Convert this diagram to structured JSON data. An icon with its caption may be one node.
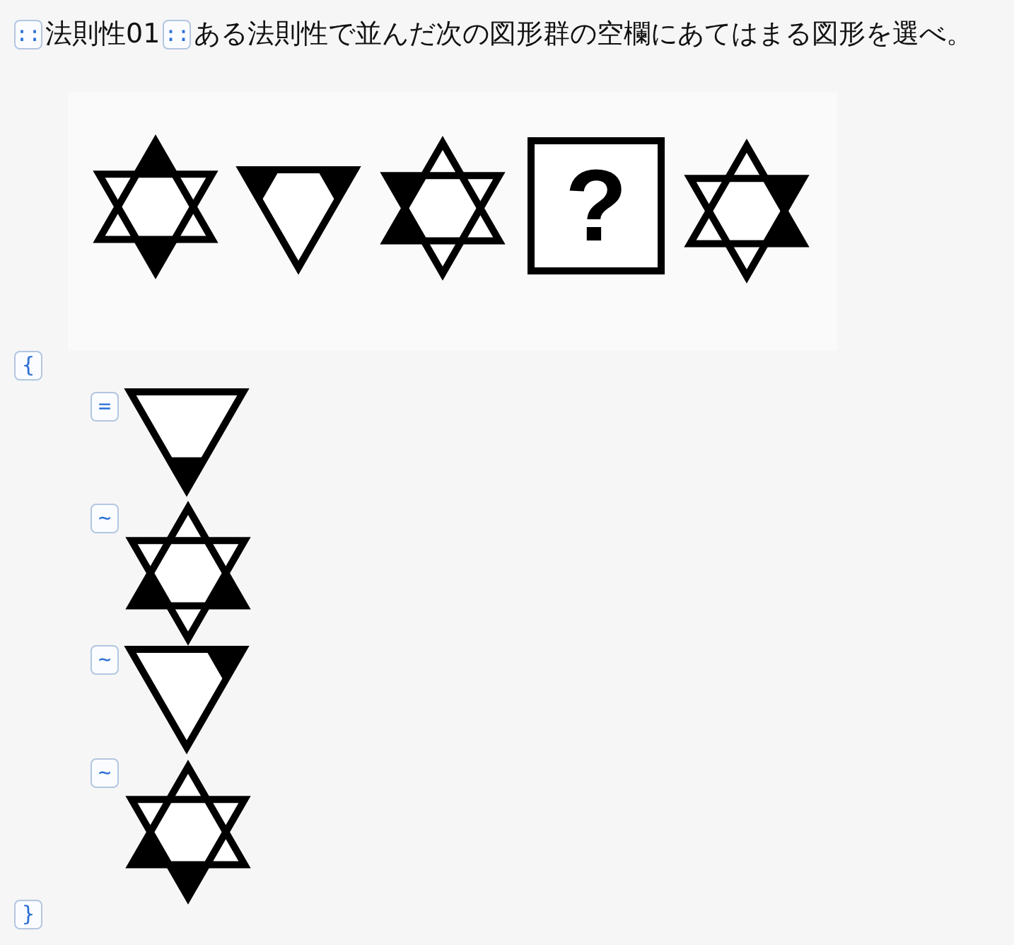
{
  "diagram": {
    "title": "法則性01",
    "nodes": [
      {
        "text": [],
        "shape": "star"
      },
      {
        "text": [],
        "shape": "triangle"
      },
      {
        "text": [],
        "shape": "star"
      },
      {
        "text": [
          "?"
        ]
      },
      {
        "text": [],
        "shape": "star"
      },
      {
        "text": [],
        "shape": "triangle"
      },
      {
        "text": [],
        "shape": "star"
      },
      {
        "text": [],
        "shape": "triangle"
      },
      {
        "text": [],
        "shape": "star"
      }
    ],
    "edges": [],
    "labels": [
      "::",
      "::",
      "ある法則性で並んだ次の図形群の空欄にあてはまる図形を選べ。",
      "{",
      "=",
      "~",
      "~",
      "~",
      "}"
    ]
  }
}
